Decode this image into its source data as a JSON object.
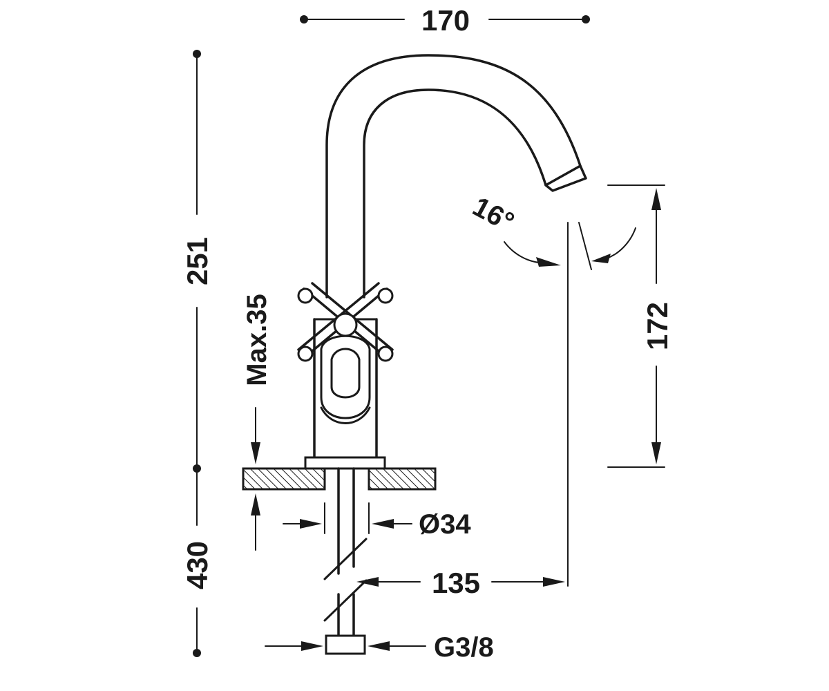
{
  "diagram": {
    "dimensions": {
      "spout_reach_total": "170",
      "total_height": "251",
      "counter_thickness": "Max.35",
      "spout_height": "172",
      "spout_angle": "16°",
      "hole_diameter": "Ø34",
      "hose_length": "430",
      "spout_projection": "135",
      "connection_thread": "G3/8"
    },
    "colors": {
      "line": "#1a1a1a",
      "background": "#ffffff"
    }
  }
}
